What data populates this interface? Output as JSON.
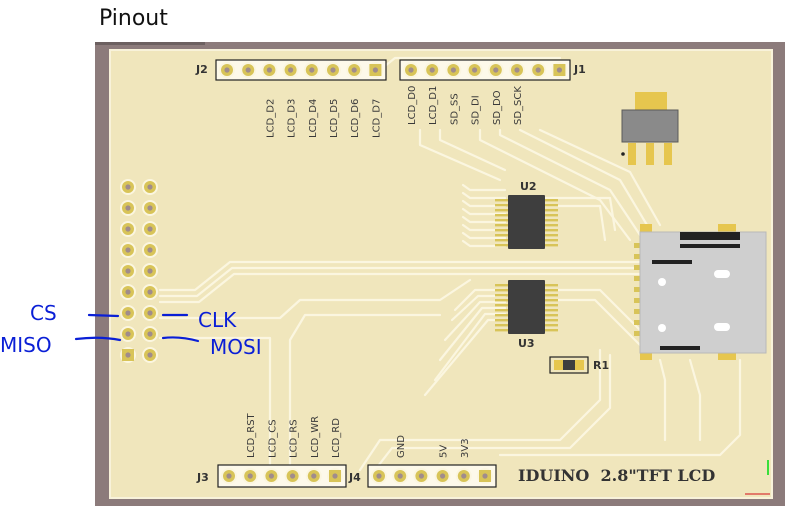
{
  "page": {
    "title": "Pinout"
  },
  "board": {
    "name": "IDUINO  2.8\"TFT LCD",
    "colors": {
      "frame": "#8c7b7b",
      "pcb": "#f0e6bc",
      "pad": "#d8c458",
      "trace": "#fbf6e0",
      "chip": "#3e3e3e",
      "annotation": "#0a1fd6"
    },
    "connectors": {
      "J1": {
        "ref": "J1",
        "pins": [
          "LCD_D0",
          "LCD_D1",
          "SD_SS",
          "SD_DI",
          "SD_DO",
          "SD_SCK",
          "",
          ""
        ]
      },
      "J2": {
        "ref": "J2",
        "pins": [
          "",
          "",
          "LCD_D2",
          "LCD_D3",
          "LCD_D4",
          "LCD_D5",
          "LCD_D6",
          "LCD_D7"
        ]
      },
      "J3": {
        "ref": "J3",
        "pins": [
          "",
          "LCD_RST",
          "LCD_CS",
          "LCD_RS",
          "LCD_WR",
          "LCD_RD"
        ]
      },
      "J4": {
        "ref": "J4",
        "pins": [
          "",
          "GND",
          "",
          "5V",
          "3V3",
          ""
        ]
      }
    },
    "components": {
      "U2": "U2",
      "U3": "U3",
      "R1": "R1"
    }
  },
  "annotations": {
    "cs": "CS",
    "clk": "CLK",
    "miso": "MISO",
    "mosi": "MOSI"
  }
}
